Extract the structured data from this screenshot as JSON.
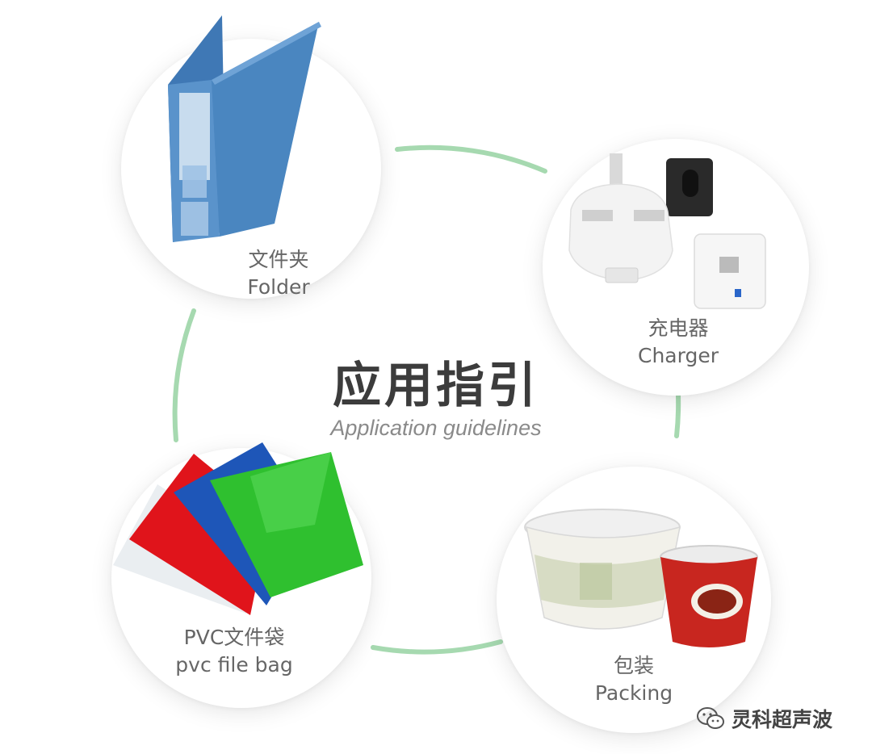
{
  "center": {
    "title": "应用指引",
    "subtitle": "Application guidelines"
  },
  "items": [
    {
      "zh": "文件夹",
      "en": "Folder"
    },
    {
      "zh": "充电器",
      "en": "Charger"
    },
    {
      "zh": "PVC文件袋",
      "en": "pvc file bag"
    },
    {
      "zh": "包装",
      "en": "Packing"
    }
  ],
  "watermark": {
    "text": "灵科超声波"
  },
  "colors": {
    "arc": "#a6d9b0",
    "folder_blue": "#4a86c0",
    "bag_red": "#e0141b",
    "bag_blue": "#1e56b8",
    "bag_green": "#2fc02f",
    "cup_red": "#c8261f",
    "charger_white": "#f2f2f2",
    "charger_black": "#2a2a2a"
  }
}
